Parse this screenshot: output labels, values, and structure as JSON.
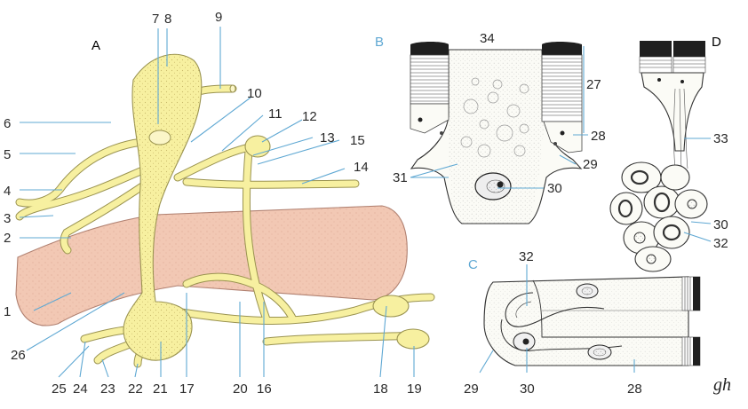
{
  "panels": {
    "a": "A",
    "b": "B",
    "c": "C",
    "d": "D"
  },
  "labels": {
    "l1": "1",
    "l2": "2",
    "l3": "3",
    "l4": "4",
    "l5": "5",
    "l6": "6",
    "l7": "7",
    "l8": "8",
    "l9": "9",
    "l10": "10",
    "l11": "11",
    "l12": "12",
    "l13": "13",
    "l14": "14",
    "l15": "15",
    "l16": "16",
    "l17": "17",
    "l18": "18",
    "l19": "19",
    "l20": "20",
    "l21": "21",
    "l22": "22",
    "l23": "23",
    "l24": "24",
    "l25": "25",
    "l26": "26",
    "l27": "27",
    "l28": "28",
    "l29": "29",
    "l30": "30",
    "l31": "31",
    "l32": "32",
    "l33": "33",
    "l34": "34",
    "c28": "28",
    "c29": "29",
    "c30": "30",
    "c32": "32",
    "d30": "30",
    "d32": "32"
  },
  "signature": "gh",
  "colors": {
    "nerve": "#f7f0a0",
    "vessel": "#f2c8b4",
    "leader": "#5fa8d3",
    "muscle": "#1f1f1f"
  }
}
